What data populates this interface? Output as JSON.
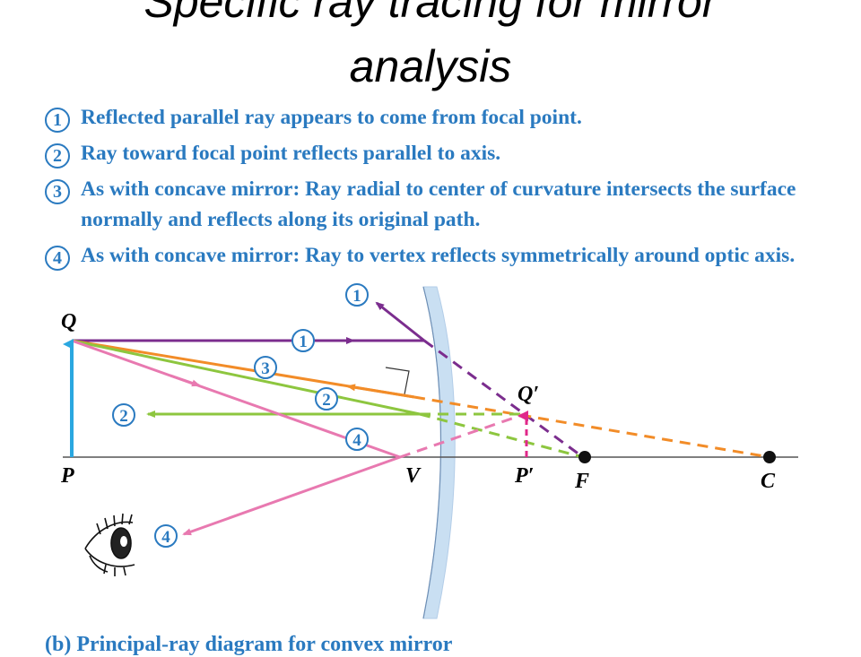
{
  "title": {
    "line1": "Specific ray tracing for mirror",
    "line2": "analysis"
  },
  "rules": [
    {
      "num": "1",
      "text": "Reflected parallel ray appears to come from focal point."
    },
    {
      "num": "2",
      "text": "Ray toward focal point reflects parallel to axis."
    },
    {
      "num": "3",
      "text": "As with concave mirror: Ray radial to center of curvature intersects the surface normally and reflects along its original path."
    },
    {
      "num": "4",
      "text": "As with concave mirror: Ray to vertex reflects symmetrically around optic axis."
    }
  ],
  "points": {
    "Q": "Q",
    "P": "P",
    "V": "V",
    "Q_image": "Q′",
    "P_image": "P′",
    "F": "F",
    "C": "C"
  },
  "ray_labels": {
    "r1_incoming": "1",
    "r1_outgoing": "1",
    "r2_incoming": "2",
    "r2_outgoing": "2",
    "r3": "3",
    "r4_incoming": "4",
    "r4_outgoing": "4"
  },
  "colors": {
    "ray1": "#7b2d8e",
    "ray2": "#8dc63f",
    "ray3": "#f28c28",
    "ray4": "#e879b0",
    "object": "#2aa7e0",
    "image": "#e0288a",
    "mirror": "#c9dff2",
    "text_blue": "#2a7ac0"
  },
  "bottom_text": "(b) Principal-ray diagram for convex mirror"
}
